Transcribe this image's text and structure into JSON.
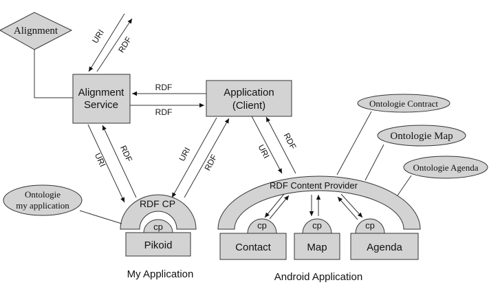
{
  "nodes": {
    "alignment": "Alignment",
    "alignment_service": [
      "Alignment",
      "Service"
    ],
    "application_client": [
      "Application",
      "(Client)"
    ],
    "rdf_cp": "RDF CP",
    "cp": "cp",
    "pikoid": "Pikoid",
    "rdf_content_provider": "RDF Content Provider",
    "contact": "Contact",
    "map": "Map",
    "agenda": "Agenda",
    "ontologie_contract": "Ontologie Contract",
    "ontologie_map": "Ontologie Map",
    "ontologie_agenda": "Ontologie Agenda",
    "ontologie_my_application": [
      "Ontologie",
      "my application"
    ]
  },
  "edge_labels": {
    "uri": "URI",
    "rdf": "RDF"
  },
  "captions": {
    "my_application": "My Application",
    "android_application": "Android Application"
  }
}
